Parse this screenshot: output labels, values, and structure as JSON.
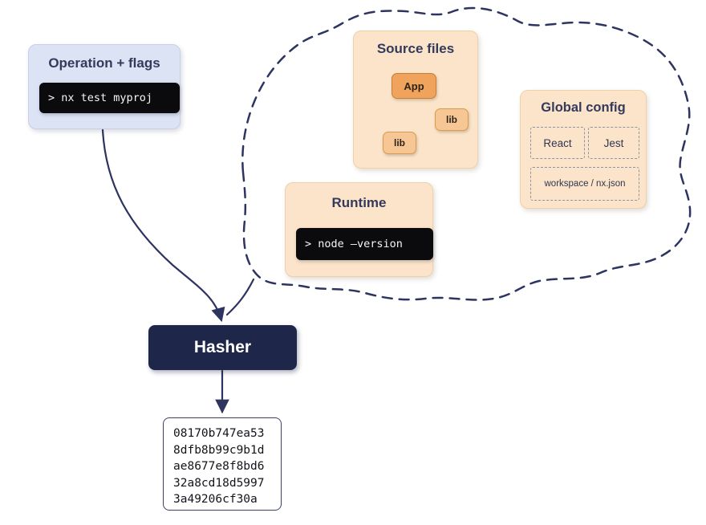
{
  "palette": {
    "navy": "#2e3460",
    "operation_bg": "#dbe3f4",
    "peach_bg": "#fbe4ca",
    "app_node_bg": "#f0a35c",
    "lib_node_bg": "#f6c794",
    "terminal_bg": "#0b0b0d",
    "hasher_bg": "#1e2749"
  },
  "operation": {
    "title": "Operation + flags",
    "command": "> nx test myproj"
  },
  "source_files": {
    "title": "Source files",
    "app_label": "App",
    "lib_right_label": "lib",
    "lib_left_label": "lib"
  },
  "global_config": {
    "title": "Global config",
    "react_label": "React",
    "jest_label": "Jest",
    "workspace_label": "workspace / nx.json"
  },
  "runtime": {
    "title": "Runtime",
    "command": "> node –version"
  },
  "hasher": {
    "label": "Hasher"
  },
  "hash_output": {
    "lines": [
      "08170b747ea53",
      "8dfb8b99c9b1d",
      "ae8677e8f8bd6",
      "32a8cd18d5997",
      "3a49206cf30a"
    ]
  }
}
